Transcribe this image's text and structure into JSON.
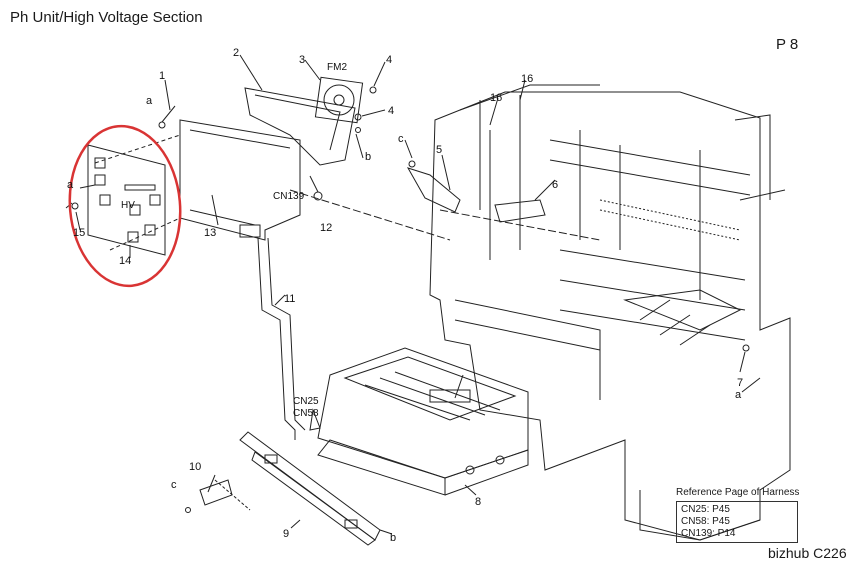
{
  "header": {
    "title": "Ph Unit/High Voltage Section",
    "page": "P 8"
  },
  "footer": {
    "model": "bizhub C226"
  },
  "callouts": [
    "1",
    "2",
    "3",
    "4",
    "5",
    "6",
    "7",
    "8",
    "9",
    "10",
    "11",
    "12",
    "13",
    "14",
    "15",
    "16"
  ],
  "letters": {
    "a": "a",
    "b": "b",
    "c": "c"
  },
  "connector_labels": {
    "fm2": "FM2",
    "cn139": "CN139",
    "cn25": "CN25",
    "cn58": "CN58",
    "hv": "HV"
  },
  "reference": {
    "title": "Reference Page of Harness",
    "entries": [
      "CN25: P45",
      "CN58: P45",
      "CN139: P14"
    ]
  },
  "highlight_color": "#d93434"
}
